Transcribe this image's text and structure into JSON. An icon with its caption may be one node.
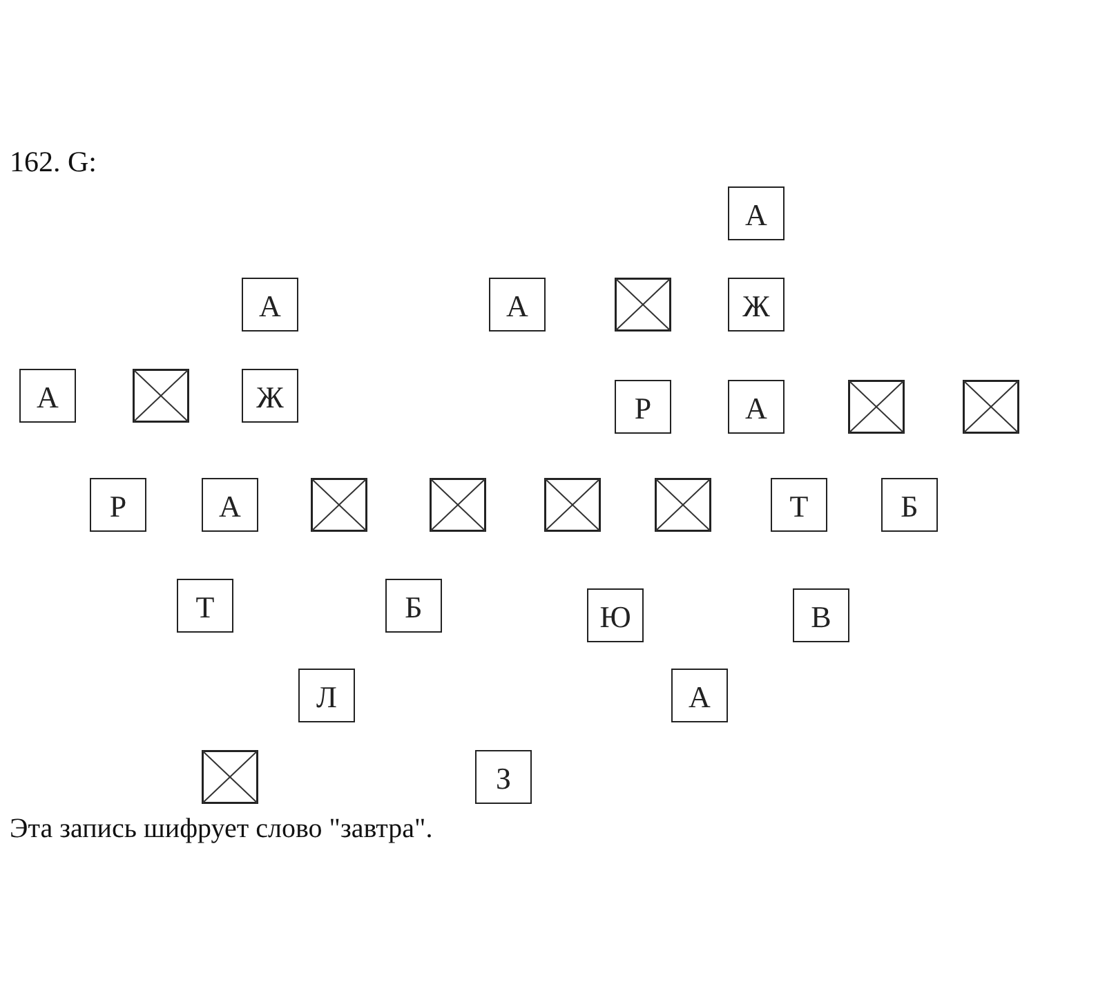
{
  "diagram": {
    "title": "162. G:",
    "caption": "Эта запись шифрует слово \"завтра\".",
    "nodes": [
      {
        "text": [
          "А"
        ]
      },
      {
        "text": [
          "А"
        ]
      },
      {
        "text": [
          "А"
        ]
      },
      {
        "text": [],
        "shape": "crossed-box"
      },
      {
        "text": [
          "Ж"
        ]
      },
      {
        "text": [
          "А"
        ]
      },
      {
        "text": [],
        "shape": "crossed-box"
      },
      {
        "text": [
          "Ж"
        ]
      },
      {
        "text": [
          "Р"
        ]
      },
      {
        "text": [
          "А"
        ]
      },
      {
        "text": [],
        "shape": "crossed-box"
      },
      {
        "text": [],
        "shape": "crossed-box"
      },
      {
        "text": [
          "Р"
        ]
      },
      {
        "text": [
          "А"
        ]
      },
      {
        "text": [],
        "shape": "crossed-box"
      },
      {
        "text": [],
        "shape": "crossed-box"
      },
      {
        "text": [],
        "shape": "crossed-box"
      },
      {
        "text": [],
        "shape": "crossed-box"
      },
      {
        "text": [
          "Т"
        ]
      },
      {
        "text": [
          "Б"
        ]
      },
      {
        "text": [
          "Т"
        ]
      },
      {
        "text": [
          "Б"
        ]
      },
      {
        "text": [
          "Ю"
        ]
      },
      {
        "text": [
          "В"
        ]
      },
      {
        "text": [
          "Л"
        ]
      },
      {
        "text": [
          "А"
        ]
      },
      {
        "text": [],
        "shape": "crossed-box"
      },
      {
        "text": [
          "З"
        ]
      }
    ]
  }
}
